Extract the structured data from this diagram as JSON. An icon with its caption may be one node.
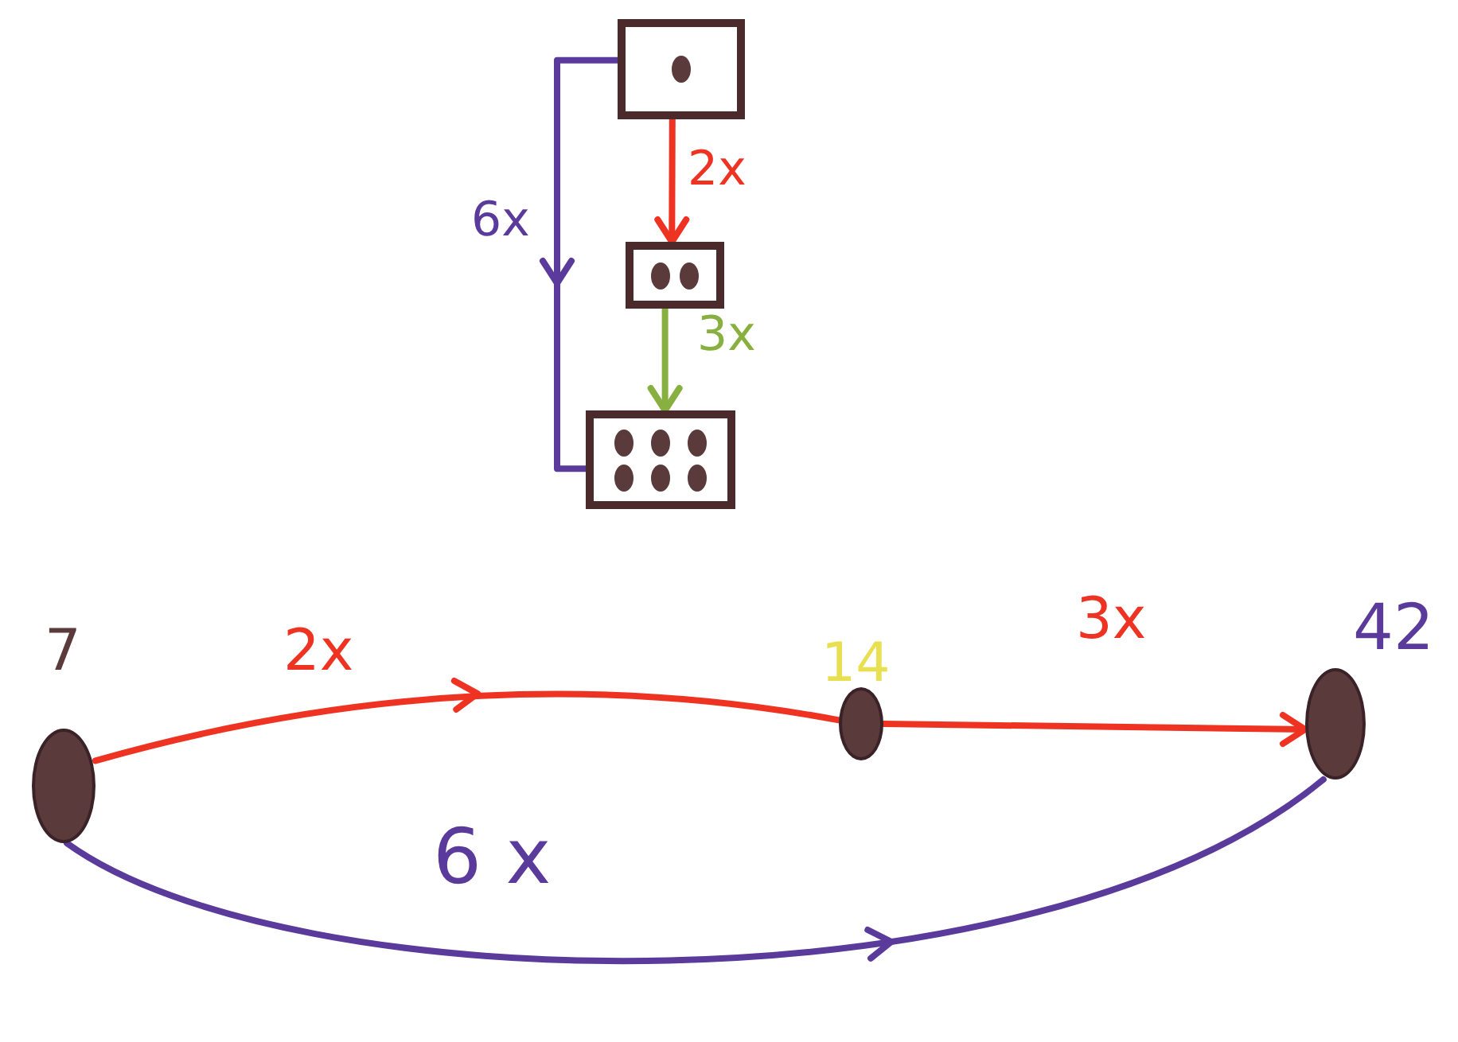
{
  "diagram": {
    "nodes": [
      {
        "text": [],
        "shape": "box"
      },
      {
        "text": [],
        "shape": "box"
      },
      {
        "text": [],
        "shape": "box"
      },
      {
        "text": [],
        "shape": "circle",
        "beside": [
          "7"
        ]
      },
      {
        "text": [],
        "shape": "circle",
        "beside": [
          "14"
        ]
      },
      {
        "text": [],
        "shape": "circle",
        "beside": [
          "42"
        ]
      }
    ],
    "edges": [
      {
        "from": 0,
        "to": 1,
        "arrow": "to",
        "label": "2x",
        "color": "#ee3322"
      },
      {
        "from": 1,
        "to": 2,
        "arrow": "to",
        "label": "3x",
        "color": "#88b040"
      },
      {
        "from": 0,
        "to": 2,
        "arrow": "to",
        "label": "6x",
        "color": "#5a3a9a"
      },
      {
        "from": 3,
        "to": 4,
        "arrow": "to",
        "label": "2x",
        "color": "#ee3322"
      },
      {
        "from": 4,
        "to": 5,
        "arrow": "to",
        "label": "3x",
        "color": "#ee3322"
      },
      {
        "from": 3,
        "to": 5,
        "arrow": "to",
        "label": "6 x",
        "color": "#5a3a9a"
      }
    ]
  }
}
